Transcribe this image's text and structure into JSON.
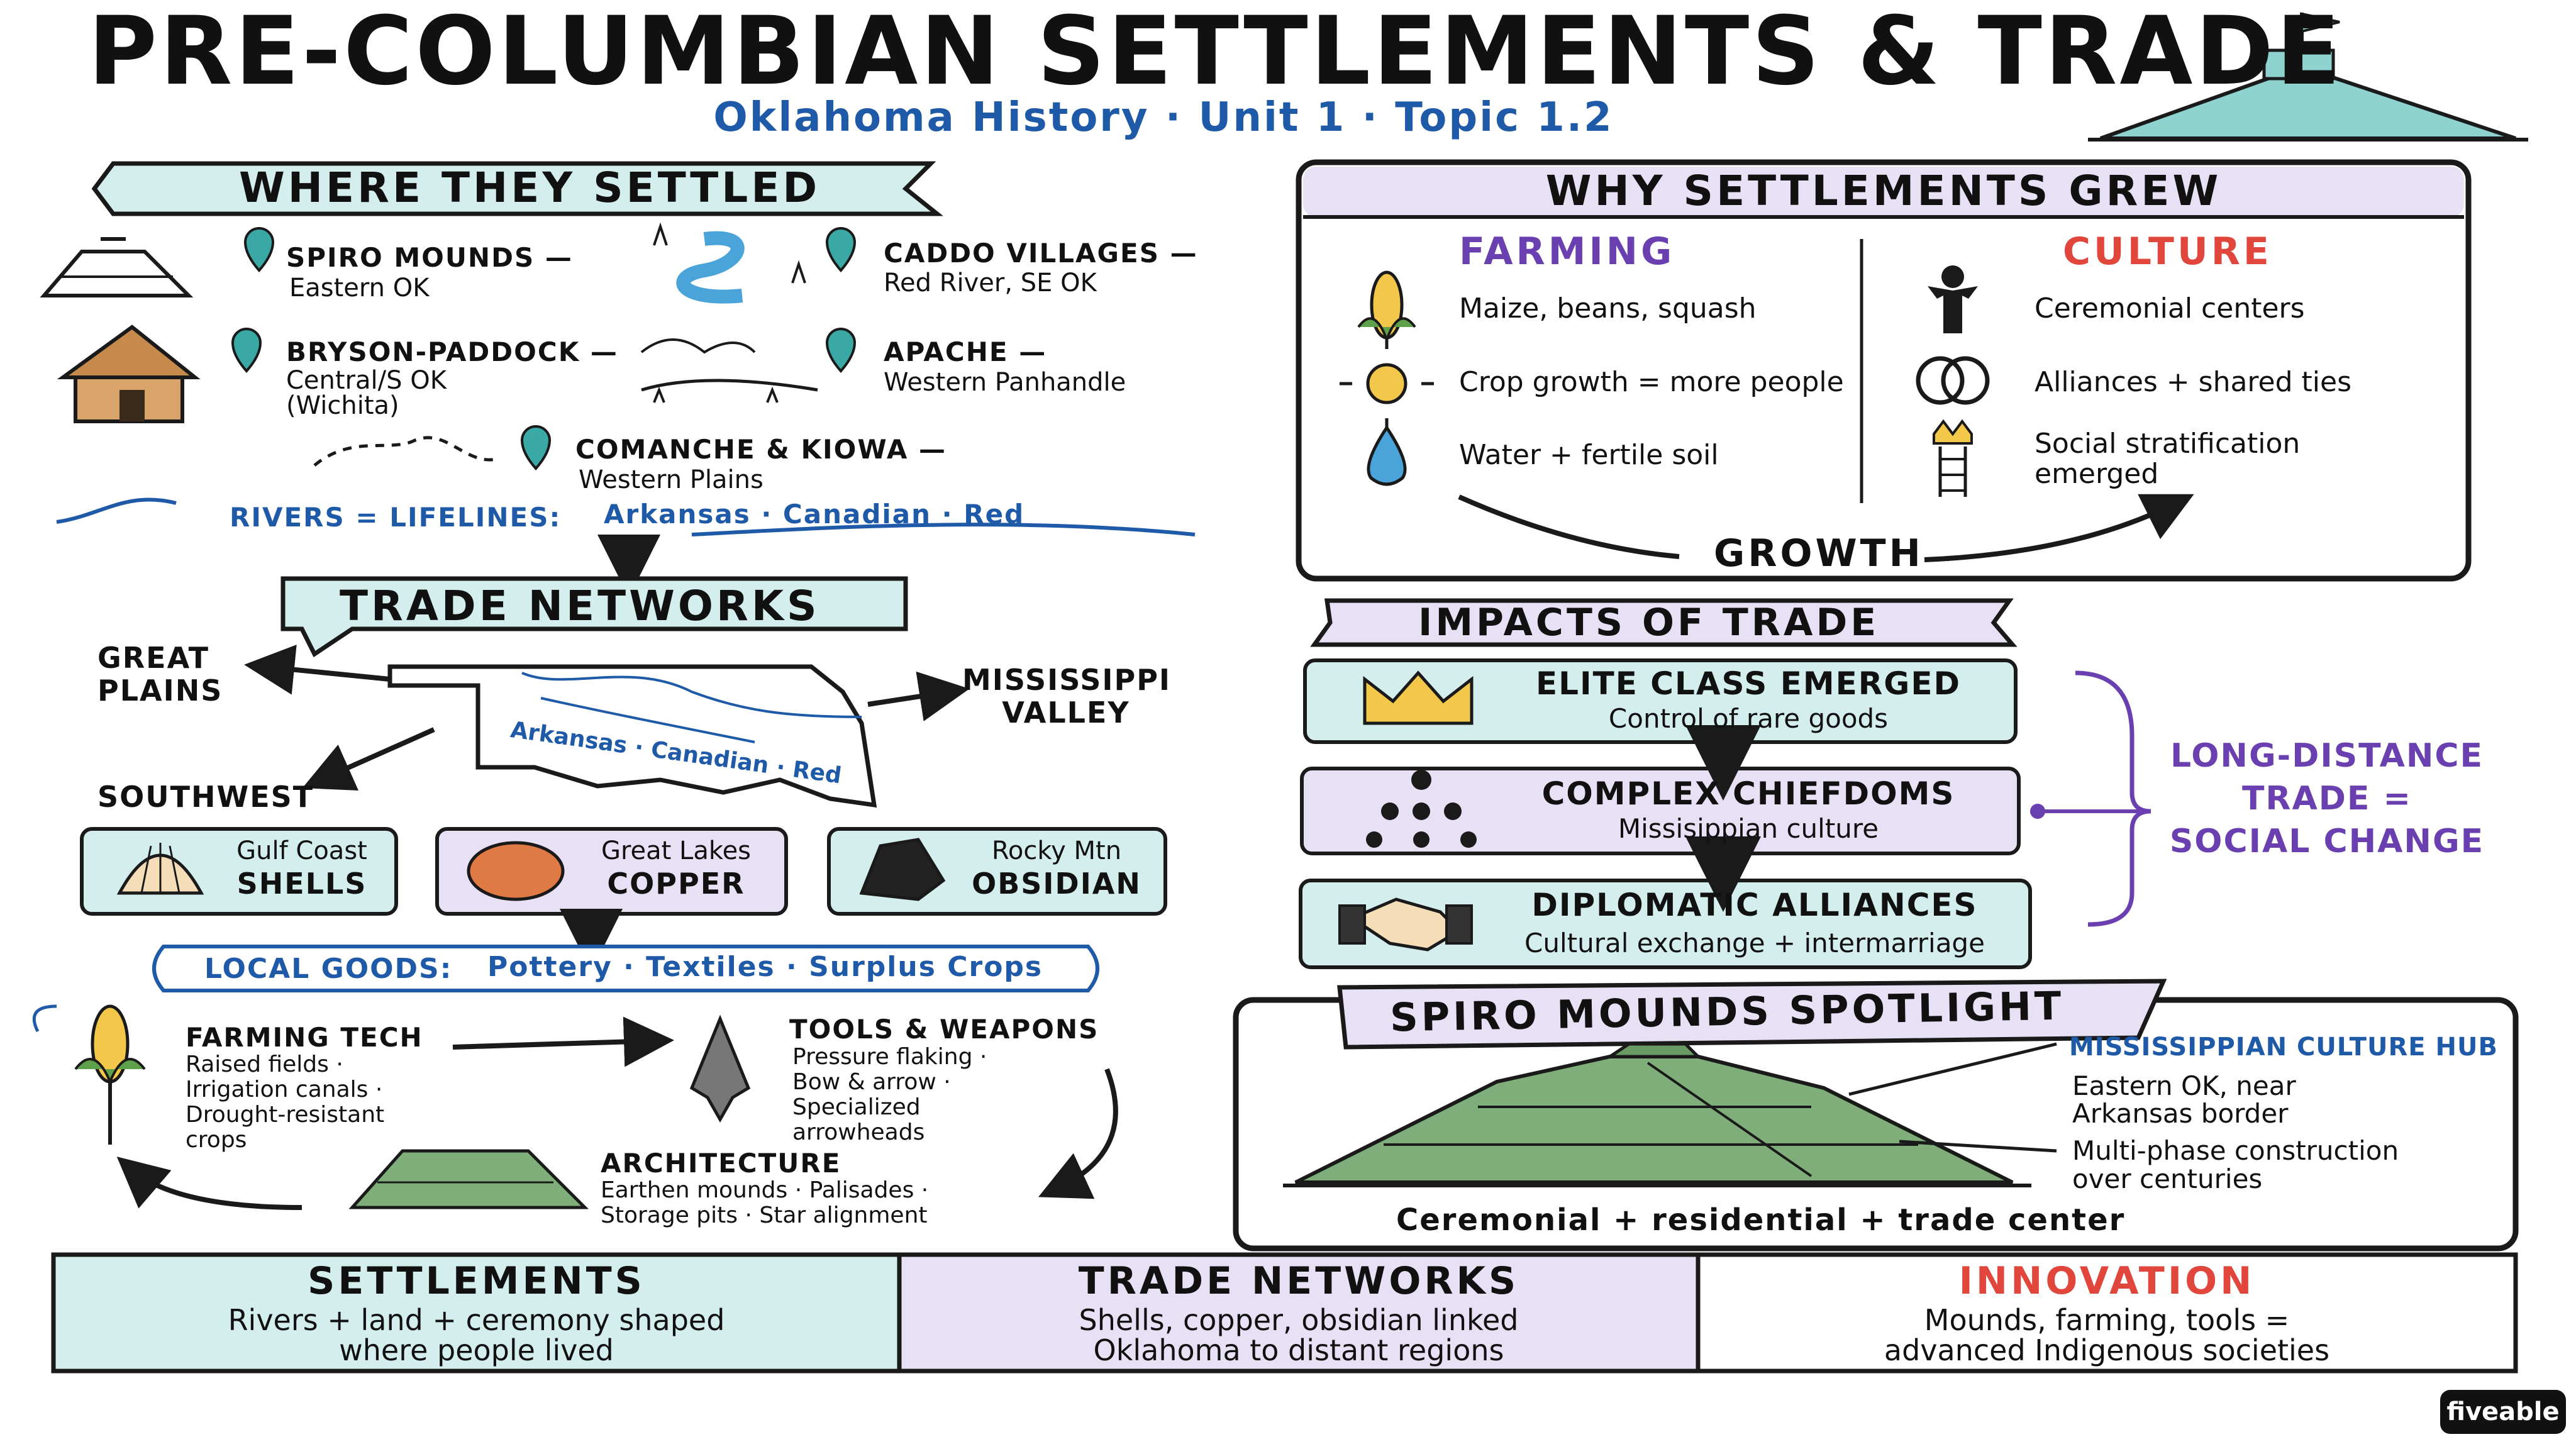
{
  "header": {
    "title": "PRE-COLUMBIAN SETTLEMENTS & TRADE",
    "subtitle": "Oklahoma History  ·  Unit 1  ·  Topic 1.2"
  },
  "where_settled": {
    "title": "WHERE THEY SETTLED",
    "items": [
      {
        "name": "SPIRO MOUNDS —",
        "place": "Eastern OK"
      },
      {
        "name": "BRYSON-PADDOCK —",
        "place": "Central/S OK",
        "note": "(Wichita)"
      },
      {
        "name": "CADDO VILLAGES —",
        "place": "Red River, SE OK"
      },
      {
        "name": "APACHE —",
        "place": "Western Panhandle"
      },
      {
        "name": "COMANCHE & KIOWA —",
        "place": "Western Plains"
      }
    ],
    "rivers_label": "RIVERS = LIFELINES:",
    "rivers_list": "Arkansas · Canadian · Red"
  },
  "trade_networks": {
    "title": "TRADE NETWORKS",
    "regions": {
      "great_plains": "GREAT PLAINS",
      "mississippi": "MISSISSIPPI VALLEY",
      "southwest": "SOUTHWEST"
    },
    "map_rivers": "Arkansas · Canadian · Red",
    "goods": [
      {
        "origin": "Gulf Coast",
        "item": "SHELLS"
      },
      {
        "origin": "Great Lakes",
        "item": "COPPER"
      },
      {
        "origin": "Rocky Mtn",
        "item": "OBSIDIAN"
      }
    ],
    "local_label": "LOCAL GOODS:",
    "local_list": "Pottery · Textiles · Surplus Crops"
  },
  "innovations": {
    "farming": {
      "title": "FARMING TECH",
      "lines": [
        "Raised fields ·",
        "Irrigation canals ·",
        "Drought-resistant",
        "crops"
      ]
    },
    "tools": {
      "title": "TOOLS & WEAPONS",
      "lines": [
        "Pressure flaking ·",
        "Bow & arrow ·",
        "Specialized",
        "arrowheads"
      ]
    },
    "architecture": {
      "title": "ARCHITECTURE",
      "lines": [
        "Earthen mounds · Palisades ·",
        "Storage pits · Star alignment"
      ]
    }
  },
  "why_grew": {
    "title": "WHY SETTLEMENTS GREW",
    "farming_title": "FARMING",
    "farming_items": [
      "Maize, beans, squash",
      "Crop growth = more people",
      "Water + fertile soil"
    ],
    "culture_title": "CULTURE",
    "culture_items": [
      "Ceremonial centers",
      "Alliances + shared ties",
      "Social stratification",
      "emerged"
    ],
    "growth_label": "GROWTH"
  },
  "impacts": {
    "title": "IMPACTS OF TRADE",
    "steps": [
      {
        "title": "ELITE CLASS EMERGED",
        "desc": "Control of rare goods"
      },
      {
        "title": "COMPLEX CHIEFDOMS",
        "desc": "Missisippian culture"
      },
      {
        "title": "DIPLOMATIC ALLIANCES",
        "desc": "Cultural exchange + intermarriage"
      }
    ],
    "summary_lines": [
      "LONG-DISTANCE",
      "TRADE =",
      "SOCIAL CHANGE"
    ]
  },
  "spiro": {
    "title": "SPIRO MOUNDS SPOTLIGHT",
    "hub": "MISSISSIPPIAN CULTURE HUB",
    "lines1": [
      "Eastern OK, near",
      "Arkansas border"
    ],
    "lines2": [
      "Multi-phase construction",
      "over centuries"
    ],
    "caption": "Ceremonial + residential + trade center"
  },
  "summary": [
    {
      "title": "SETTLEMENTS",
      "lines": [
        "Rivers + land + ceremony shaped",
        "where people lived"
      ]
    },
    {
      "title": "TRADE NETWORKS",
      "lines": [
        "Shells, copper, obsidian linked",
        "Oklahoma to distant regions"
      ]
    },
    {
      "title": "INNOVATION",
      "lines": [
        "Mounds, farming, tools =",
        "advanced Indigenous societies"
      ]
    }
  ],
  "brand": "fiveable",
  "colors": {
    "teal": "#d4eeee",
    "lavender": "#e8e0f5",
    "blue": "#1f5aa8",
    "purple": "#6a3fb0",
    "red": "#e0463b"
  }
}
